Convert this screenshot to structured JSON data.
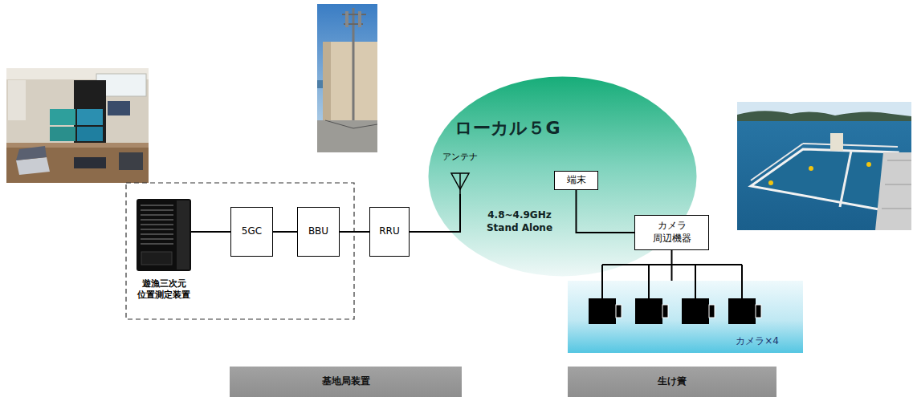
{
  "diagram": {
    "nodes": [
      {
        "text": [
          "遊漁三次元 位置測定装置"
        ]
      },
      {
        "text": [
          "5GC"
        ]
      },
      {
        "text": [
          "BBU"
        ]
      },
      {
        "text": [
          "RRU"
        ]
      },
      {
        "text": [
          "ローカル５G",
          "4.8~4.9GHz Stand Alone"
        ]
      },
      {
        "text": [
          "アンテナ"
        ],
        "in": 4
      },
      {
        "text": [
          "端末"
        ],
        "in": 4
      },
      {
        "text": [
          "カメラ 周辺機器"
        ]
      },
      {
        "text": [
          "カメラ×4"
        ]
      },
      {
        "text": [
          "基地局装置"
        ]
      },
      {
        "text": [
          "生け簀"
        ]
      }
    ],
    "edges": [
      {
        "from": 0,
        "to": 1,
        "arrow": "none"
      },
      {
        "from": 1,
        "to": 2,
        "arrow": "none"
      },
      {
        "from": 2,
        "to": 3,
        "arrow": "none"
      },
      {
        "from": 3,
        "to": 5,
        "arrow": "none"
      },
      {
        "from": 6,
        "to": 7,
        "arrow": "none"
      },
      {
        "from": 7,
        "to": 8,
        "arrow": "none"
      }
    ]
  }
}
